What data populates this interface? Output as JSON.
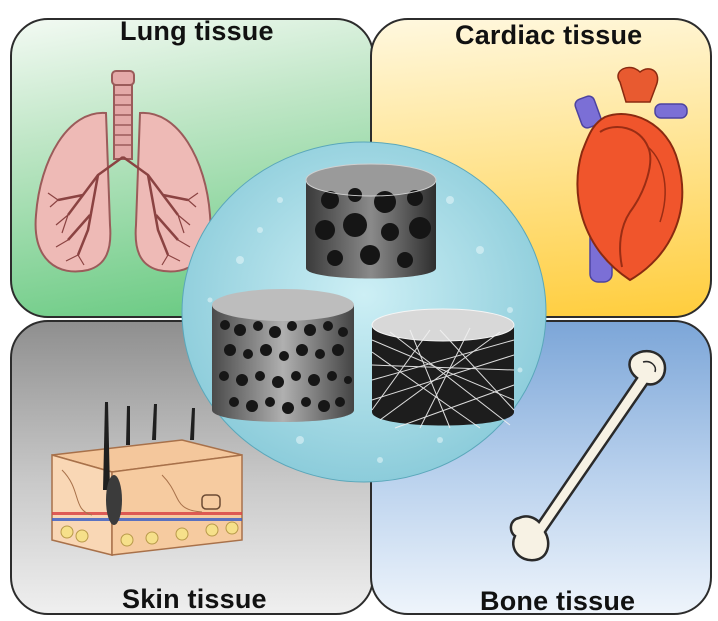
{
  "panels": {
    "lung": {
      "label": "Lung tissue",
      "color": "#5fc77a"
    },
    "cardiac": {
      "label": "Cardiac tissue",
      "color": "#ffcd3c"
    },
    "skin": {
      "label": "Skin tissue",
      "color": "#c9c9c9"
    },
    "bone": {
      "label": "Bone tissue",
      "color": "#7ca6d8"
    }
  },
  "center": {
    "color": "#a9dbe6"
  },
  "icons": [
    "lungs-icon",
    "heart-icon",
    "skin-section-icon",
    "bone-icon",
    "porous-scaffold-icon",
    "honeycomb-scaffold-icon",
    "fibrous-scaffold-icon"
  ]
}
